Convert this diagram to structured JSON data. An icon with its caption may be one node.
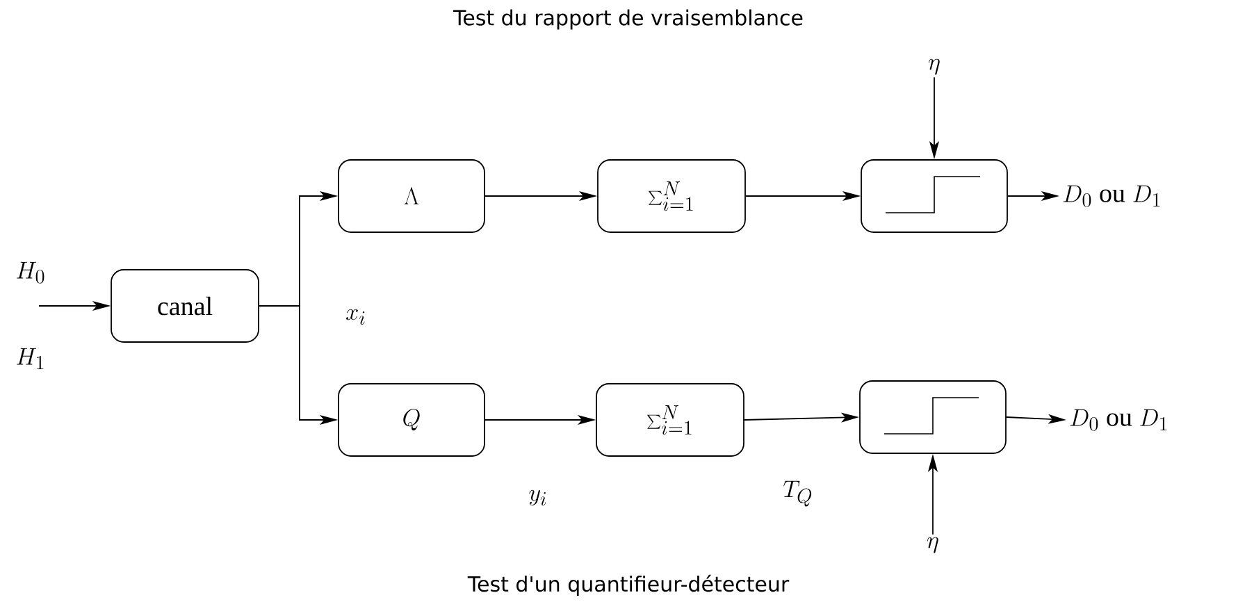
{
  "diagram": {
    "title": "Test du rapport de vraisemblance",
    "caption": "Test d'un quantifieur-détecteur",
    "nodes": [
      {
        "text": [
          "canal"
        ]
      },
      {
        "text": [
          "\\Lambda"
        ]
      },
      {
        "text": [
          "Q"
        ]
      },
      {
        "text": [
          "\\sum_{i=1}^N"
        ]
      },
      {
        "text": [
          "\\sum_{i=1}^N"
        ]
      },
      {
        "text": [],
        "shape": "box"
      },
      {
        "text": [],
        "shape": "box"
      },
      {
        "text": [
          "D_0 \\ \\mathrm{ou}\\ D_1"
        ]
      },
      {
        "text": [
          "D_0 \\ \\mathrm{ou}\\ D_1"
        ]
      },
      {
        "text": [
          "\\eta"
        ]
      },
      {
        "text": [
          "\\eta"
        ]
      }
    ],
    "edges": [
      {
        "from": null,
        "to": 0,
        "arrow": "to"
      },
      {
        "from": 0,
        "to": 1,
        "arrow": "to"
      },
      {
        "from": 0,
        "to": 2,
        "arrow": "to"
      },
      {
        "from": 1,
        "to": 3,
        "arrow": "to"
      },
      {
        "from": 2,
        "to": 4,
        "arrow": "to"
      },
      {
        "from": 3,
        "to": 5,
        "arrow": "to"
      },
      {
        "from": 4,
        "to": 6,
        "arrow": "to"
      },
      {
        "from": 5,
        "to": 7,
        "arrow": "to"
      },
      {
        "from": 6,
        "to": 8,
        "arrow": "to"
      },
      {
        "from": 9,
        "to": 5,
        "arrow": "to"
      },
      {
        "from": 10,
        "to": 6,
        "arrow": "to"
      }
    ],
    "labels": [
      "H_0",
      "H_1",
      "x_i",
      "y_i",
      "T_Q"
    ]
  }
}
